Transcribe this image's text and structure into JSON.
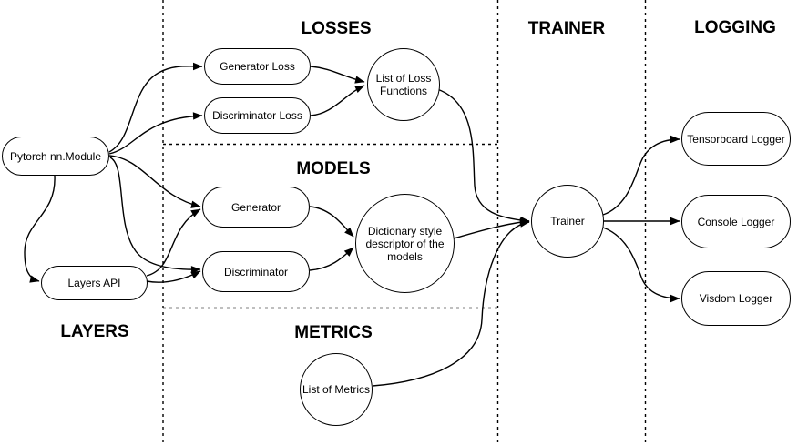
{
  "diagram": {
    "colors": {
      "stroke": "#000000",
      "background": "#ffffff",
      "text": "#000000"
    },
    "section_labels": {
      "losses": "LOSSES",
      "models": "MODELS",
      "metrics": "METRICS",
      "layers": "LAYERS",
      "trainer": "TRAINER",
      "logging": "LOGGING"
    },
    "nodes": {
      "pytorch_module": {
        "label": "Pytorch nn.Module",
        "shape": "rounded-rectangle"
      },
      "layers_api": {
        "label": "Layers API",
        "shape": "rounded-rectangle"
      },
      "generator_loss": {
        "label": "Generator Loss",
        "shape": "rounded-rectangle"
      },
      "discriminator_loss": {
        "label": "Discriminator Loss",
        "shape": "rounded-rectangle"
      },
      "list_of_loss_functions": {
        "label": "List of Loss Functions",
        "shape": "circle"
      },
      "generator": {
        "label": "Generator",
        "shape": "rounded-rectangle"
      },
      "discriminator": {
        "label": "Discriminator",
        "shape": "rounded-rectangle"
      },
      "model_descriptor": {
        "label": "Dictionary style descriptor of the models",
        "shape": "circle"
      },
      "list_of_metrics": {
        "label": "List of Metrics",
        "shape": "circle"
      },
      "trainer": {
        "label": "Trainer",
        "shape": "circle"
      },
      "tensorboard_logger": {
        "label": "Tensorboard Logger",
        "shape": "rounded-rectangle"
      },
      "console_logger": {
        "label": "Console Logger",
        "shape": "rounded-rectangle"
      },
      "visdom_logger": {
        "label": "Visdom Logger",
        "shape": "rounded-rectangle"
      }
    },
    "edges": [
      {
        "from": "pytorch_module",
        "to": "generator_loss"
      },
      {
        "from": "pytorch_module",
        "to": "discriminator_loss"
      },
      {
        "from": "pytorch_module",
        "to": "generator"
      },
      {
        "from": "pytorch_module",
        "to": "discriminator"
      },
      {
        "from": "pytorch_module",
        "to": "layers_api"
      },
      {
        "from": "layers_api",
        "to": "generator"
      },
      {
        "from": "layers_api",
        "to": "discriminator"
      },
      {
        "from": "generator_loss",
        "to": "list_of_loss_functions"
      },
      {
        "from": "discriminator_loss",
        "to": "list_of_loss_functions"
      },
      {
        "from": "generator",
        "to": "model_descriptor"
      },
      {
        "from": "discriminator",
        "to": "model_descriptor"
      },
      {
        "from": "list_of_loss_functions",
        "to": "trainer"
      },
      {
        "from": "model_descriptor",
        "to": "trainer"
      },
      {
        "from": "list_of_metrics",
        "to": "trainer"
      },
      {
        "from": "trainer",
        "to": "tensorboard_logger"
      },
      {
        "from": "trainer",
        "to": "console_logger"
      },
      {
        "from": "trainer",
        "to": "visdom_logger"
      }
    ]
  }
}
